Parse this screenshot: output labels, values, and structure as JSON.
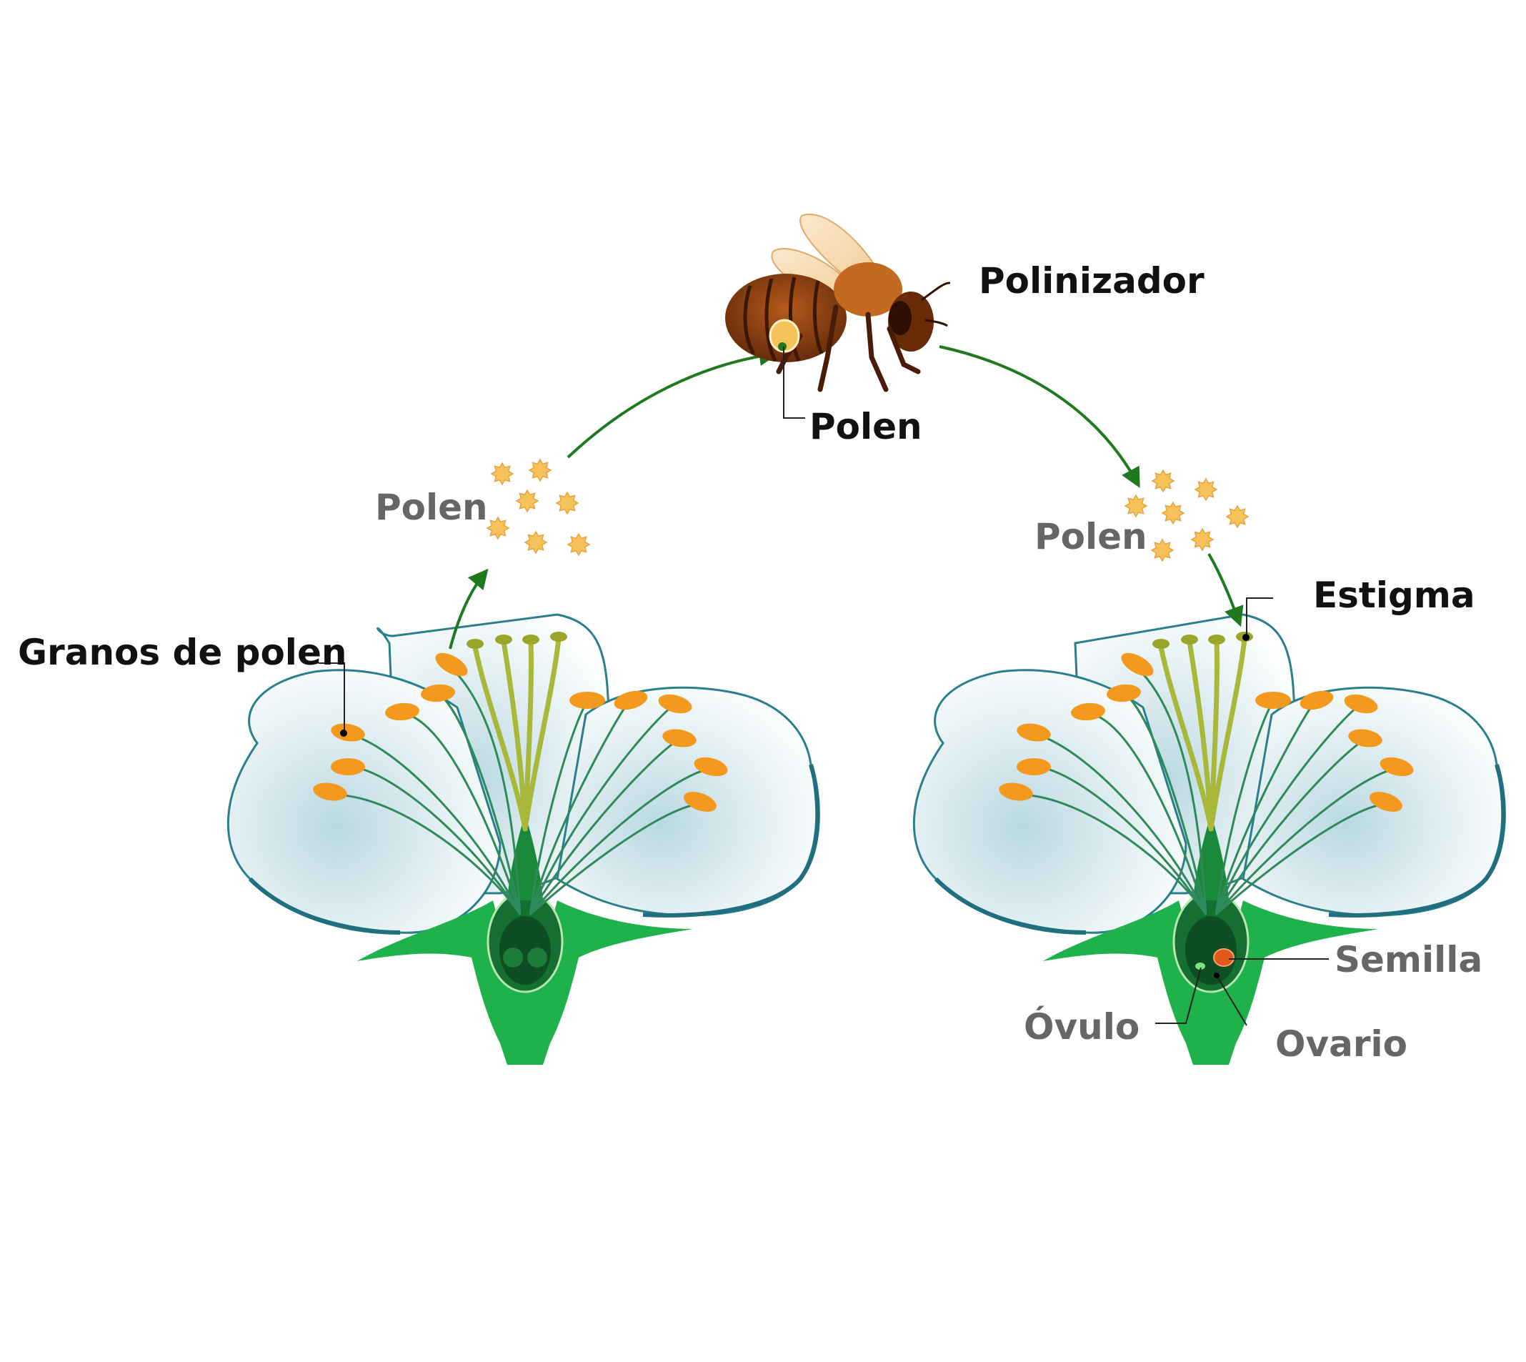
{
  "labels": {
    "pollinator": "Polinizador",
    "pollen_on_bee": "Polen",
    "pollen_left": "Polen",
    "pollen_right": "Polen",
    "pollen_grains": "Granos de polen",
    "stigma": "Estigma",
    "seed": "Semilla",
    "ovule": "Óvulo",
    "ovary": "Ovario"
  },
  "colors": {
    "petal_edge": "#2a7f8c",
    "petal_fill": "#e8f2f5",
    "sepal_green": "#1fb24a",
    "ovary_dark": "#0f4d22",
    "anther_orange": "#f39a1e",
    "filament_green": "#2e8a5a",
    "style_yellow_green": "#a8b83a",
    "pollen_yellow": "#f6c35a",
    "bee_brown": "#7a3a12",
    "arrow_green": "#1f7a1f",
    "seed_orange": "#e25a1c",
    "ovule_green": "#7fe37f"
  }
}
